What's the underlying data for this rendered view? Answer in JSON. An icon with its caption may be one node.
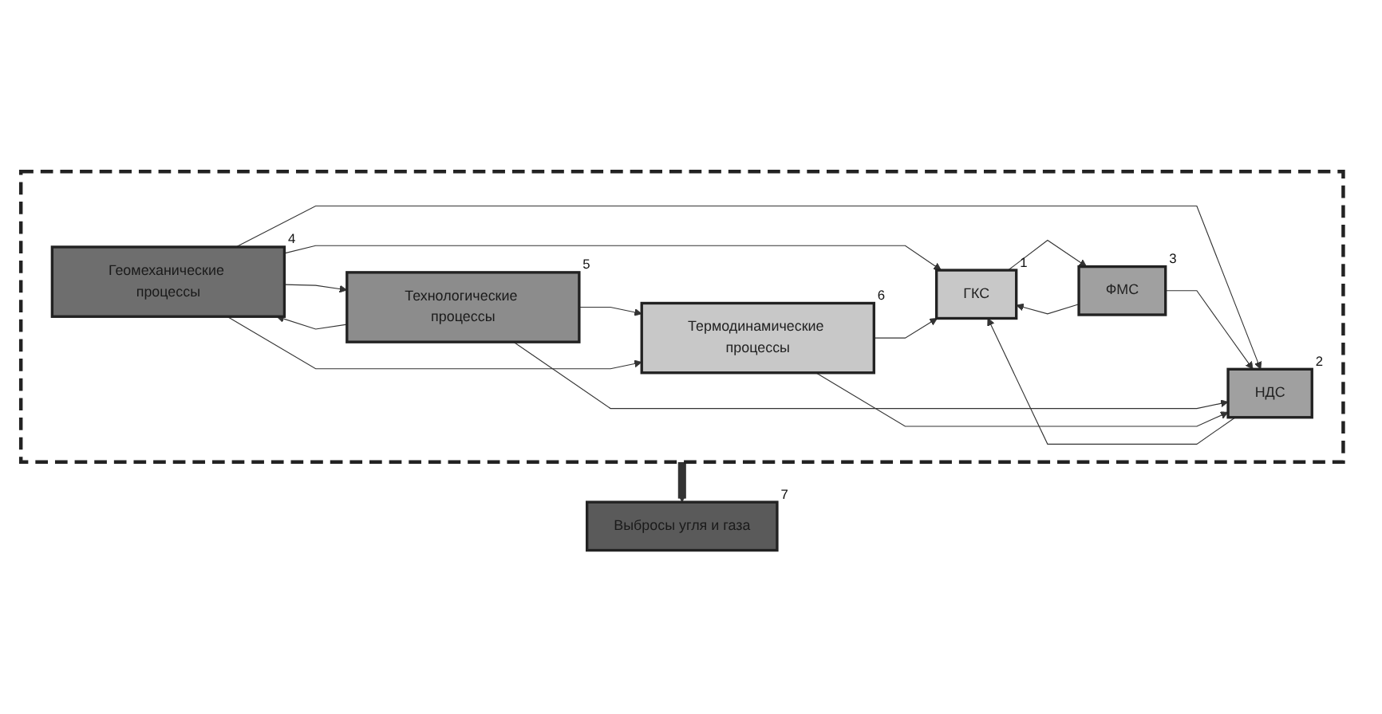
{
  "diagram": {
    "nodes": [
      {
        "text": [],
        "shape": "box"
      },
      {
        "text": [
          "ГКС"
        ],
        "in": 0,
        "beside": [
          "1"
        ]
      },
      {
        "text": [
          "НДС"
        ],
        "in": 0,
        "beside": [
          "2"
        ]
      },
      {
        "text": [
          "ФМС"
        ],
        "in": 0,
        "beside": [
          "3"
        ]
      },
      {
        "text": [
          "Геомеханические процессы"
        ],
        "in": 0,
        "beside": [
          "4"
        ]
      },
      {
        "text": [
          "Технологические процессы"
        ],
        "in": 0,
        "beside": [
          "5"
        ]
      },
      {
        "text": [
          "Термодинамические процессы"
        ],
        "in": 0,
        "beside": [
          "6"
        ]
      },
      {
        "text": [
          "Выбросы угля и газа"
        ],
        "beside": [
          "7"
        ]
      }
    ],
    "edges": [
      {
        "from": 4,
        "to": 1,
        "arrow": "to"
      },
      {
        "from": 4,
        "to": 2,
        "arrow": "to"
      },
      {
        "from": 1,
        "to": 3,
        "arrow": "to"
      },
      {
        "from": 3,
        "to": 1,
        "arrow": "to"
      },
      {
        "from": 2,
        "to": 1,
        "arrow": "to"
      },
      {
        "from": 3,
        "to": 2,
        "arrow": "to"
      },
      {
        "from": 5,
        "to": 2,
        "arrow": "to"
      },
      {
        "from": 6,
        "to": 2,
        "arrow": "to"
      },
      {
        "from": 4,
        "to": 5,
        "arrow": "to"
      },
      {
        "from": 5,
        "to": 4,
        "arrow": "to"
      },
      {
        "from": 5,
        "to": 6,
        "arrow": "to"
      },
      {
        "from": 4,
        "to": 6,
        "arrow": "to"
      },
      {
        "from": 6,
        "to": 1,
        "arrow": "to"
      },
      {
        "from": 0,
        "to": 7,
        "arrow": "to",
        "style": "thick"
      }
    ]
  }
}
